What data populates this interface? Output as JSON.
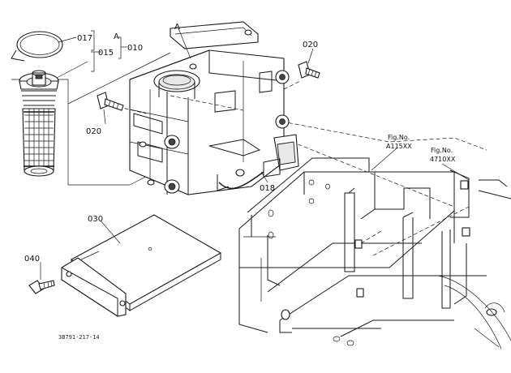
{
  "labels": {
    "p017": "017",
    "p015": "015",
    "p010": "010",
    "pA": "A",
    "pA_housing": "A",
    "p020_right": "020",
    "p020_left": "020",
    "p018": "018",
    "p030": "030",
    "p040": "040",
    "fig1_title": "Fig.No.",
    "fig1_num": "A115XX",
    "fig2_title": "Fig.No.",
    "fig2_num": "4710XX",
    "drawing_code": "3B791-217-14"
  }
}
